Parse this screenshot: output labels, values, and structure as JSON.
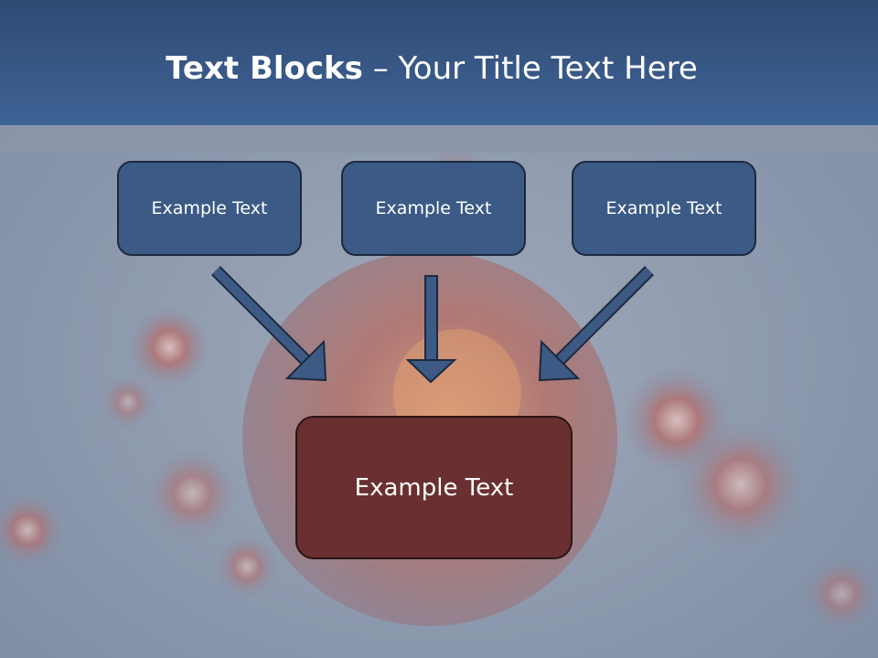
{
  "title": {
    "bold": "Text Blocks",
    "dash": " – ",
    "rest": "Your Title Text Here"
  },
  "top_boxes": [
    {
      "label": "Example Text"
    },
    {
      "label": "Example Text"
    },
    {
      "label": "Example Text"
    }
  ],
  "bottom_box": {
    "label": "Example Text"
  },
  "colors": {
    "header": "#3f6396",
    "box_blue": "#3b5a85",
    "box_red": "#6a2f30",
    "arrow": "#3d5a84"
  }
}
